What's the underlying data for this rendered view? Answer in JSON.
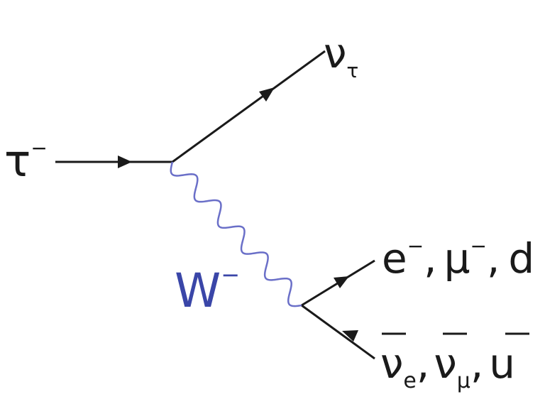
{
  "diagram": {
    "colors": {
      "fermion": "#1a1a1a",
      "boson": "#6a6fc8",
      "boson_label": "#3a46a8",
      "text": "#1a1a1a"
    },
    "particles": {
      "tau": {
        "base": "τ",
        "sup": "−"
      },
      "nu_tau": {
        "base": "ν",
        "sub": "τ"
      },
      "w": {
        "base": "W",
        "sup": "−"
      },
      "leptons_quark": {
        "electron": {
          "base": "e",
          "sup": "−"
        },
        "muon": {
          "base": "μ",
          "sup": "−"
        },
        "down": {
          "base": "d"
        },
        "separator": ","
      },
      "antineutrinos": {
        "anti_nu_e": {
          "base": "ν",
          "sub": "e"
        },
        "anti_nu_mu": {
          "base": "ν",
          "sub": "μ"
        },
        "anti_up": {
          "base": "u"
        },
        "separator": ","
      }
    }
  }
}
